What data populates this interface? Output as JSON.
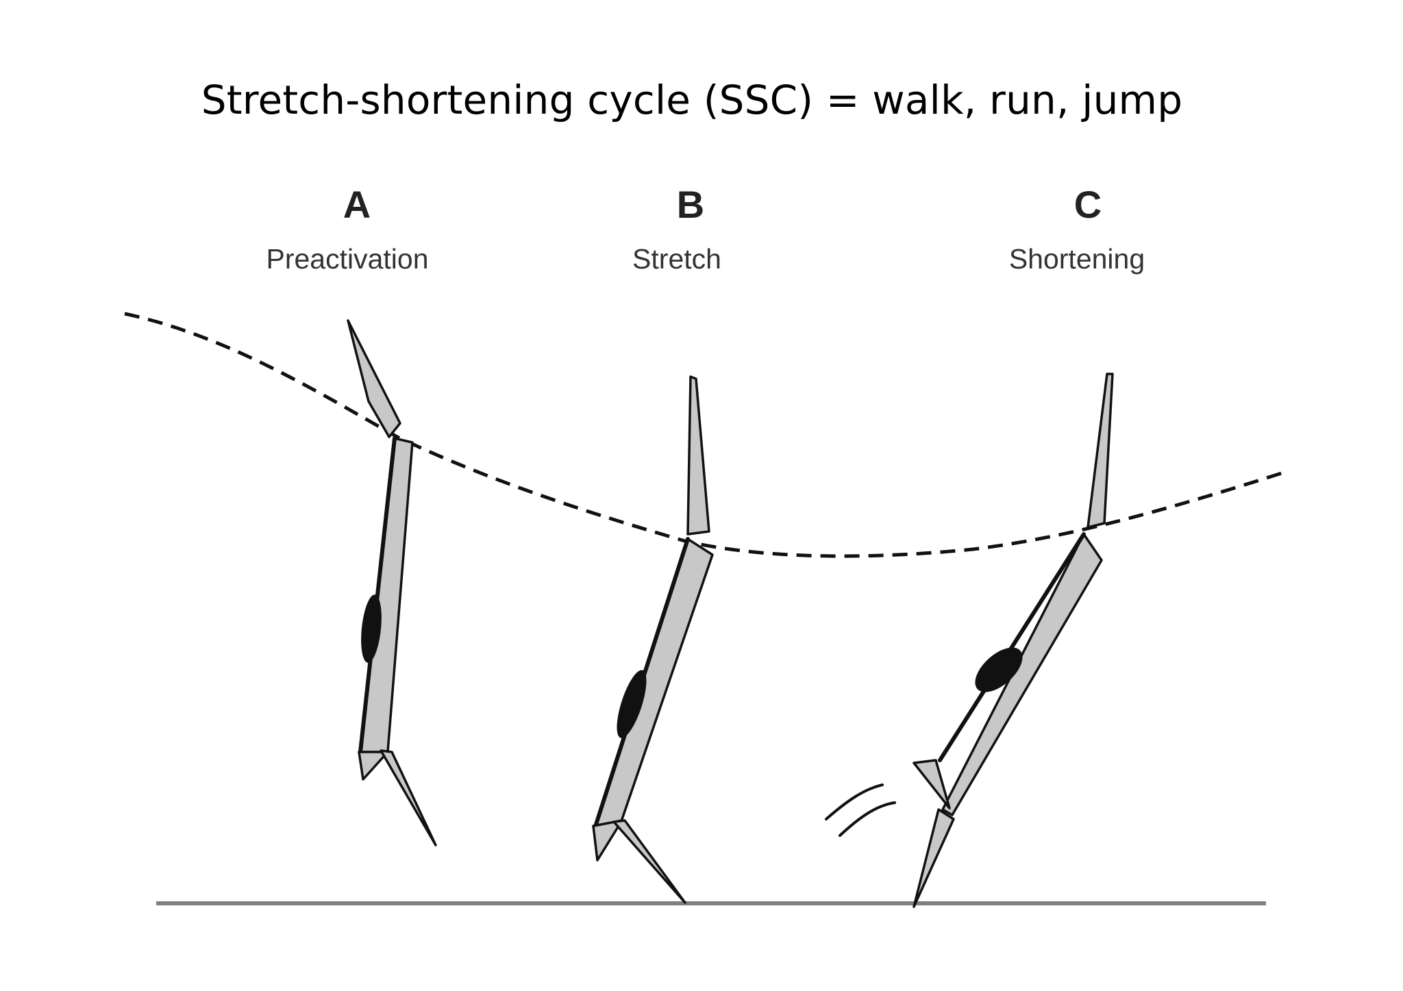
{
  "title": "Stretch-shortening cycle (SSC) = walk, run, jump",
  "phases": [
    {
      "letter": "A",
      "label": "Preactivation"
    },
    {
      "letter": "B",
      "label": "Stretch"
    },
    {
      "letter": "C",
      "label": "Shortening"
    }
  ],
  "colors": {
    "segment_fill": "#c8c8c8",
    "outline": "#111111",
    "ground": "#808080",
    "background": "#ffffff"
  }
}
